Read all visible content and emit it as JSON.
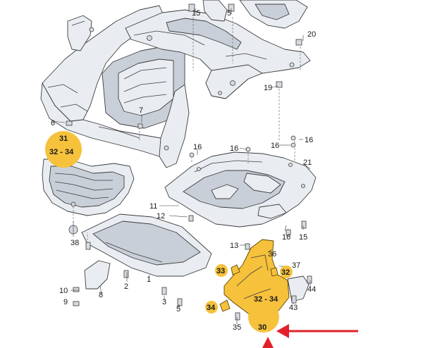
{
  "labels": {
    "l1": "1",
    "l2": "2",
    "l3": "3",
    "l5": "5",
    "l6": "6",
    "l7": "7",
    "l8": "8",
    "l9": "9",
    "l10": "10",
    "l11": "11",
    "l12": "12",
    "l13": "13",
    "l15": "15",
    "l16a": "16",
    "l16b": "16",
    "l16c": "16",
    "l16d": "16",
    "l19": "19",
    "l20": "20",
    "l21": "21",
    "l30": "30",
    "l31": "31",
    "l32a": "32 - 34",
    "l32b": "32",
    "l32c": "32 - 34",
    "l33": "33",
    "l34": "34",
    "l35": "35",
    "l36": "36",
    "l37": "37",
    "l38": "38",
    "l43": "43",
    "l44": "44"
  },
  "colors": {
    "highlight": "#f6c23c",
    "arrow": "#e3202a"
  }
}
